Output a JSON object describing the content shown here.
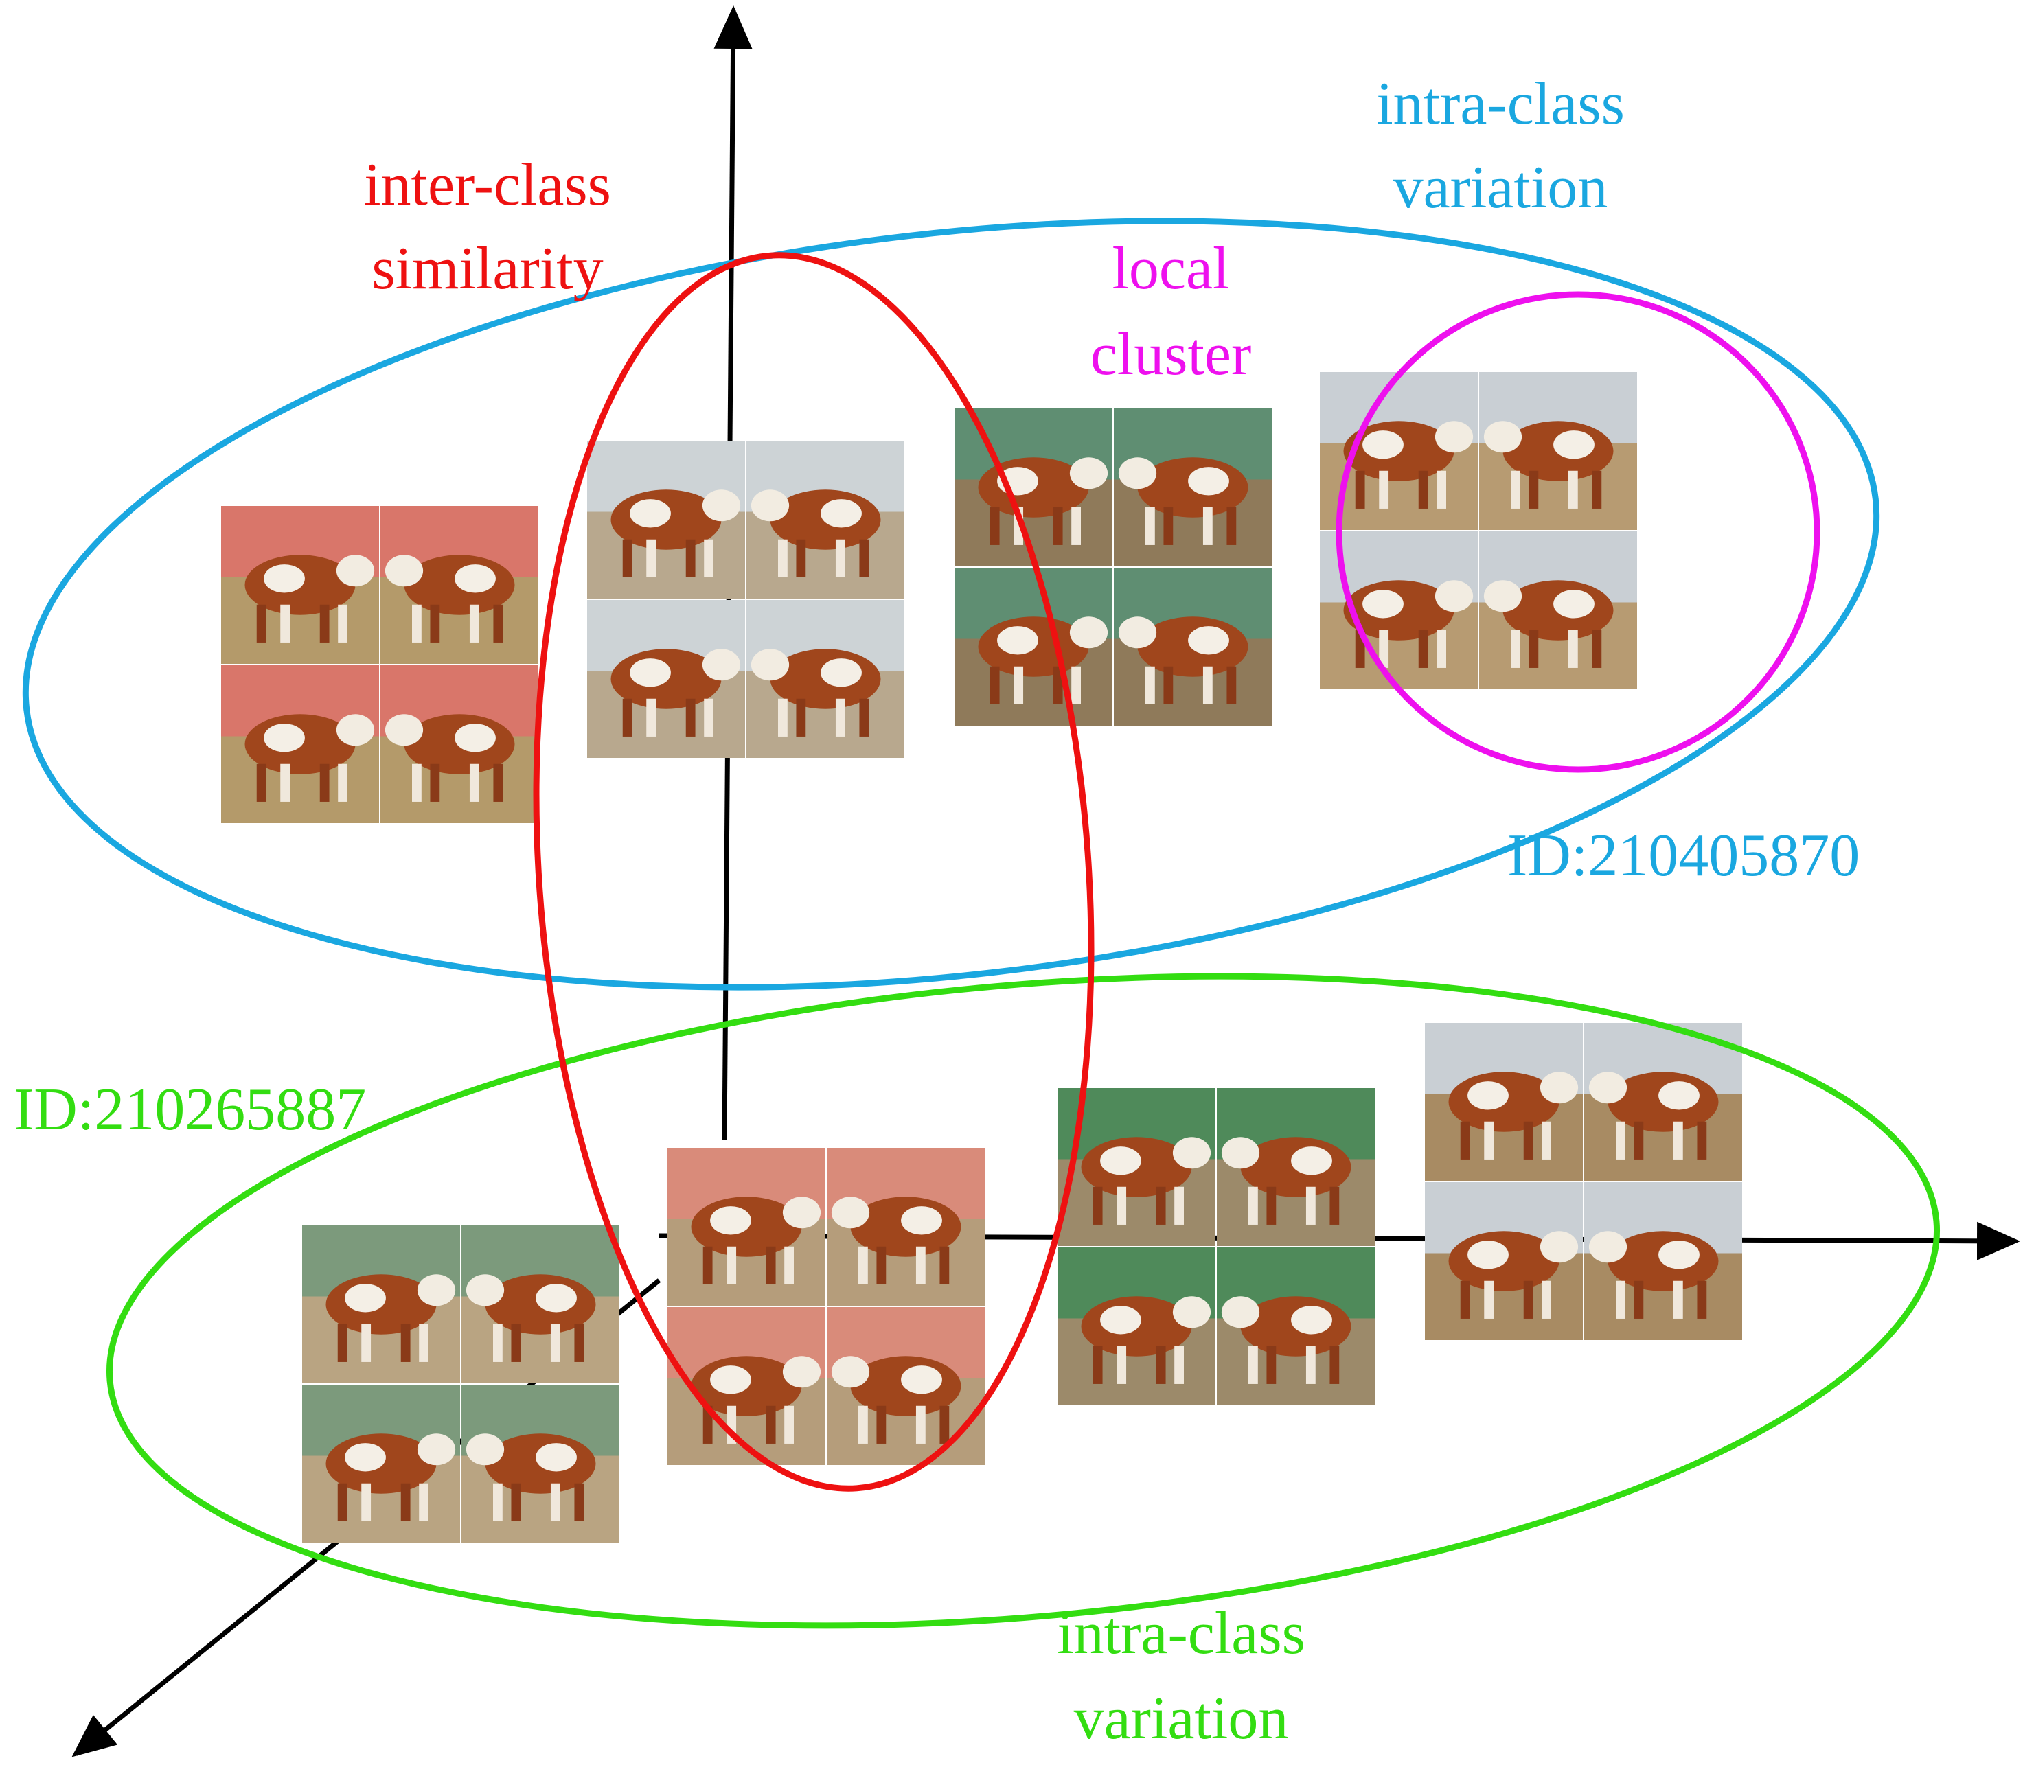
{
  "labels": {
    "inter_class_similarity": {
      "line1": "inter-class",
      "line2": "similarity"
    },
    "intra_class_variation_top": {
      "line1": "intra-class",
      "line2": "variation"
    },
    "local_cluster": {
      "line1": "local",
      "line2": "cluster"
    },
    "id_blue": "ID:210405870",
    "id_green": "ID:210265887",
    "intra_class_variation_bottom": {
      "line1": "intra-class",
      "line2": "variation"
    }
  },
  "colors": {
    "red": "#ee1111",
    "blue": "#1aa7e0",
    "magenta": "#ee10ee",
    "green": "#33dd11",
    "axis": "#000000"
  },
  "image_groups": [
    {
      "name": "cow-group-rear-red-wall",
      "cluster": "ID:210405870",
      "count": 4
    },
    {
      "name": "cow-group-walking-fence",
      "cluster": "inter-class similarity",
      "count": 4
    },
    {
      "name": "cow-group-green-fence-top",
      "cluster": "ID:210405870",
      "count": 4
    },
    {
      "name": "cow-group-local-cluster",
      "cluster": "local cluster",
      "count": 4
    },
    {
      "name": "cow-group-bottom-left",
      "cluster": "ID:210265887",
      "count": 4
    },
    {
      "name": "cow-group-bottom-center",
      "cluster": "inter-class similarity",
      "count": 4
    },
    {
      "name": "cow-group-green-fence-bottom",
      "cluster": "ID:210265887",
      "count": 4
    },
    {
      "name": "cow-group-bottom-right",
      "cluster": "ID:210265887",
      "count": 4
    }
  ]
}
